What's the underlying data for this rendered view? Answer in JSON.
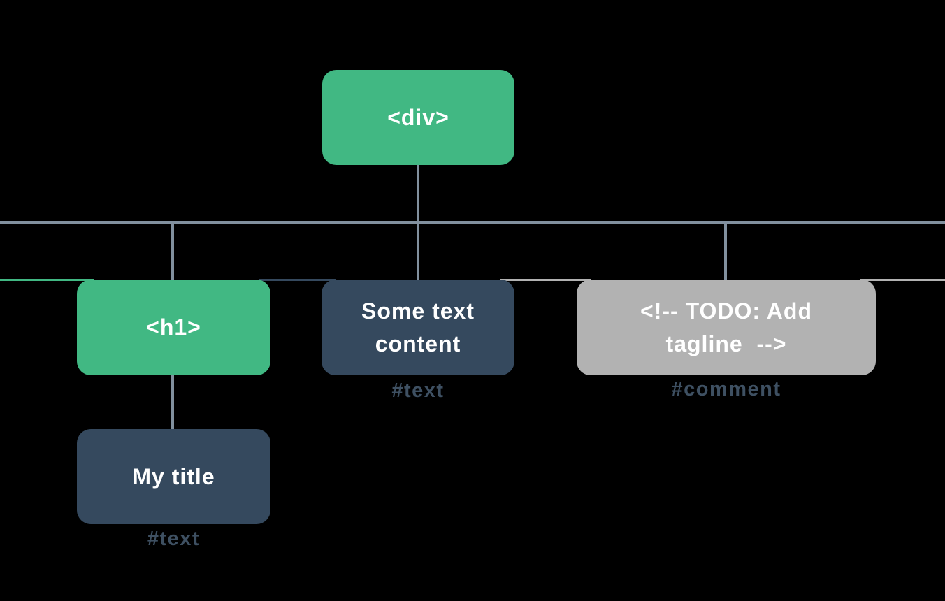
{
  "colors": {
    "background": "#000000",
    "element_node": "#41b883",
    "text_node": "#35495e",
    "comment_node": "#b2b2b2",
    "connector": "#81909e",
    "annotation_text": "#3e5062",
    "node_text": "#ffffff"
  },
  "nodes": {
    "div": {
      "label": "<div>"
    },
    "h1": {
      "label": "<h1>"
    },
    "text": {
      "line1": "Some text",
      "line2": "content",
      "annotation": "#text"
    },
    "comment": {
      "line1": "<!-- TODO: Add",
      "line2": "tagline  -->",
      "annotation": "#comment"
    },
    "my_title": {
      "label": "My title",
      "annotation": "#text"
    }
  }
}
